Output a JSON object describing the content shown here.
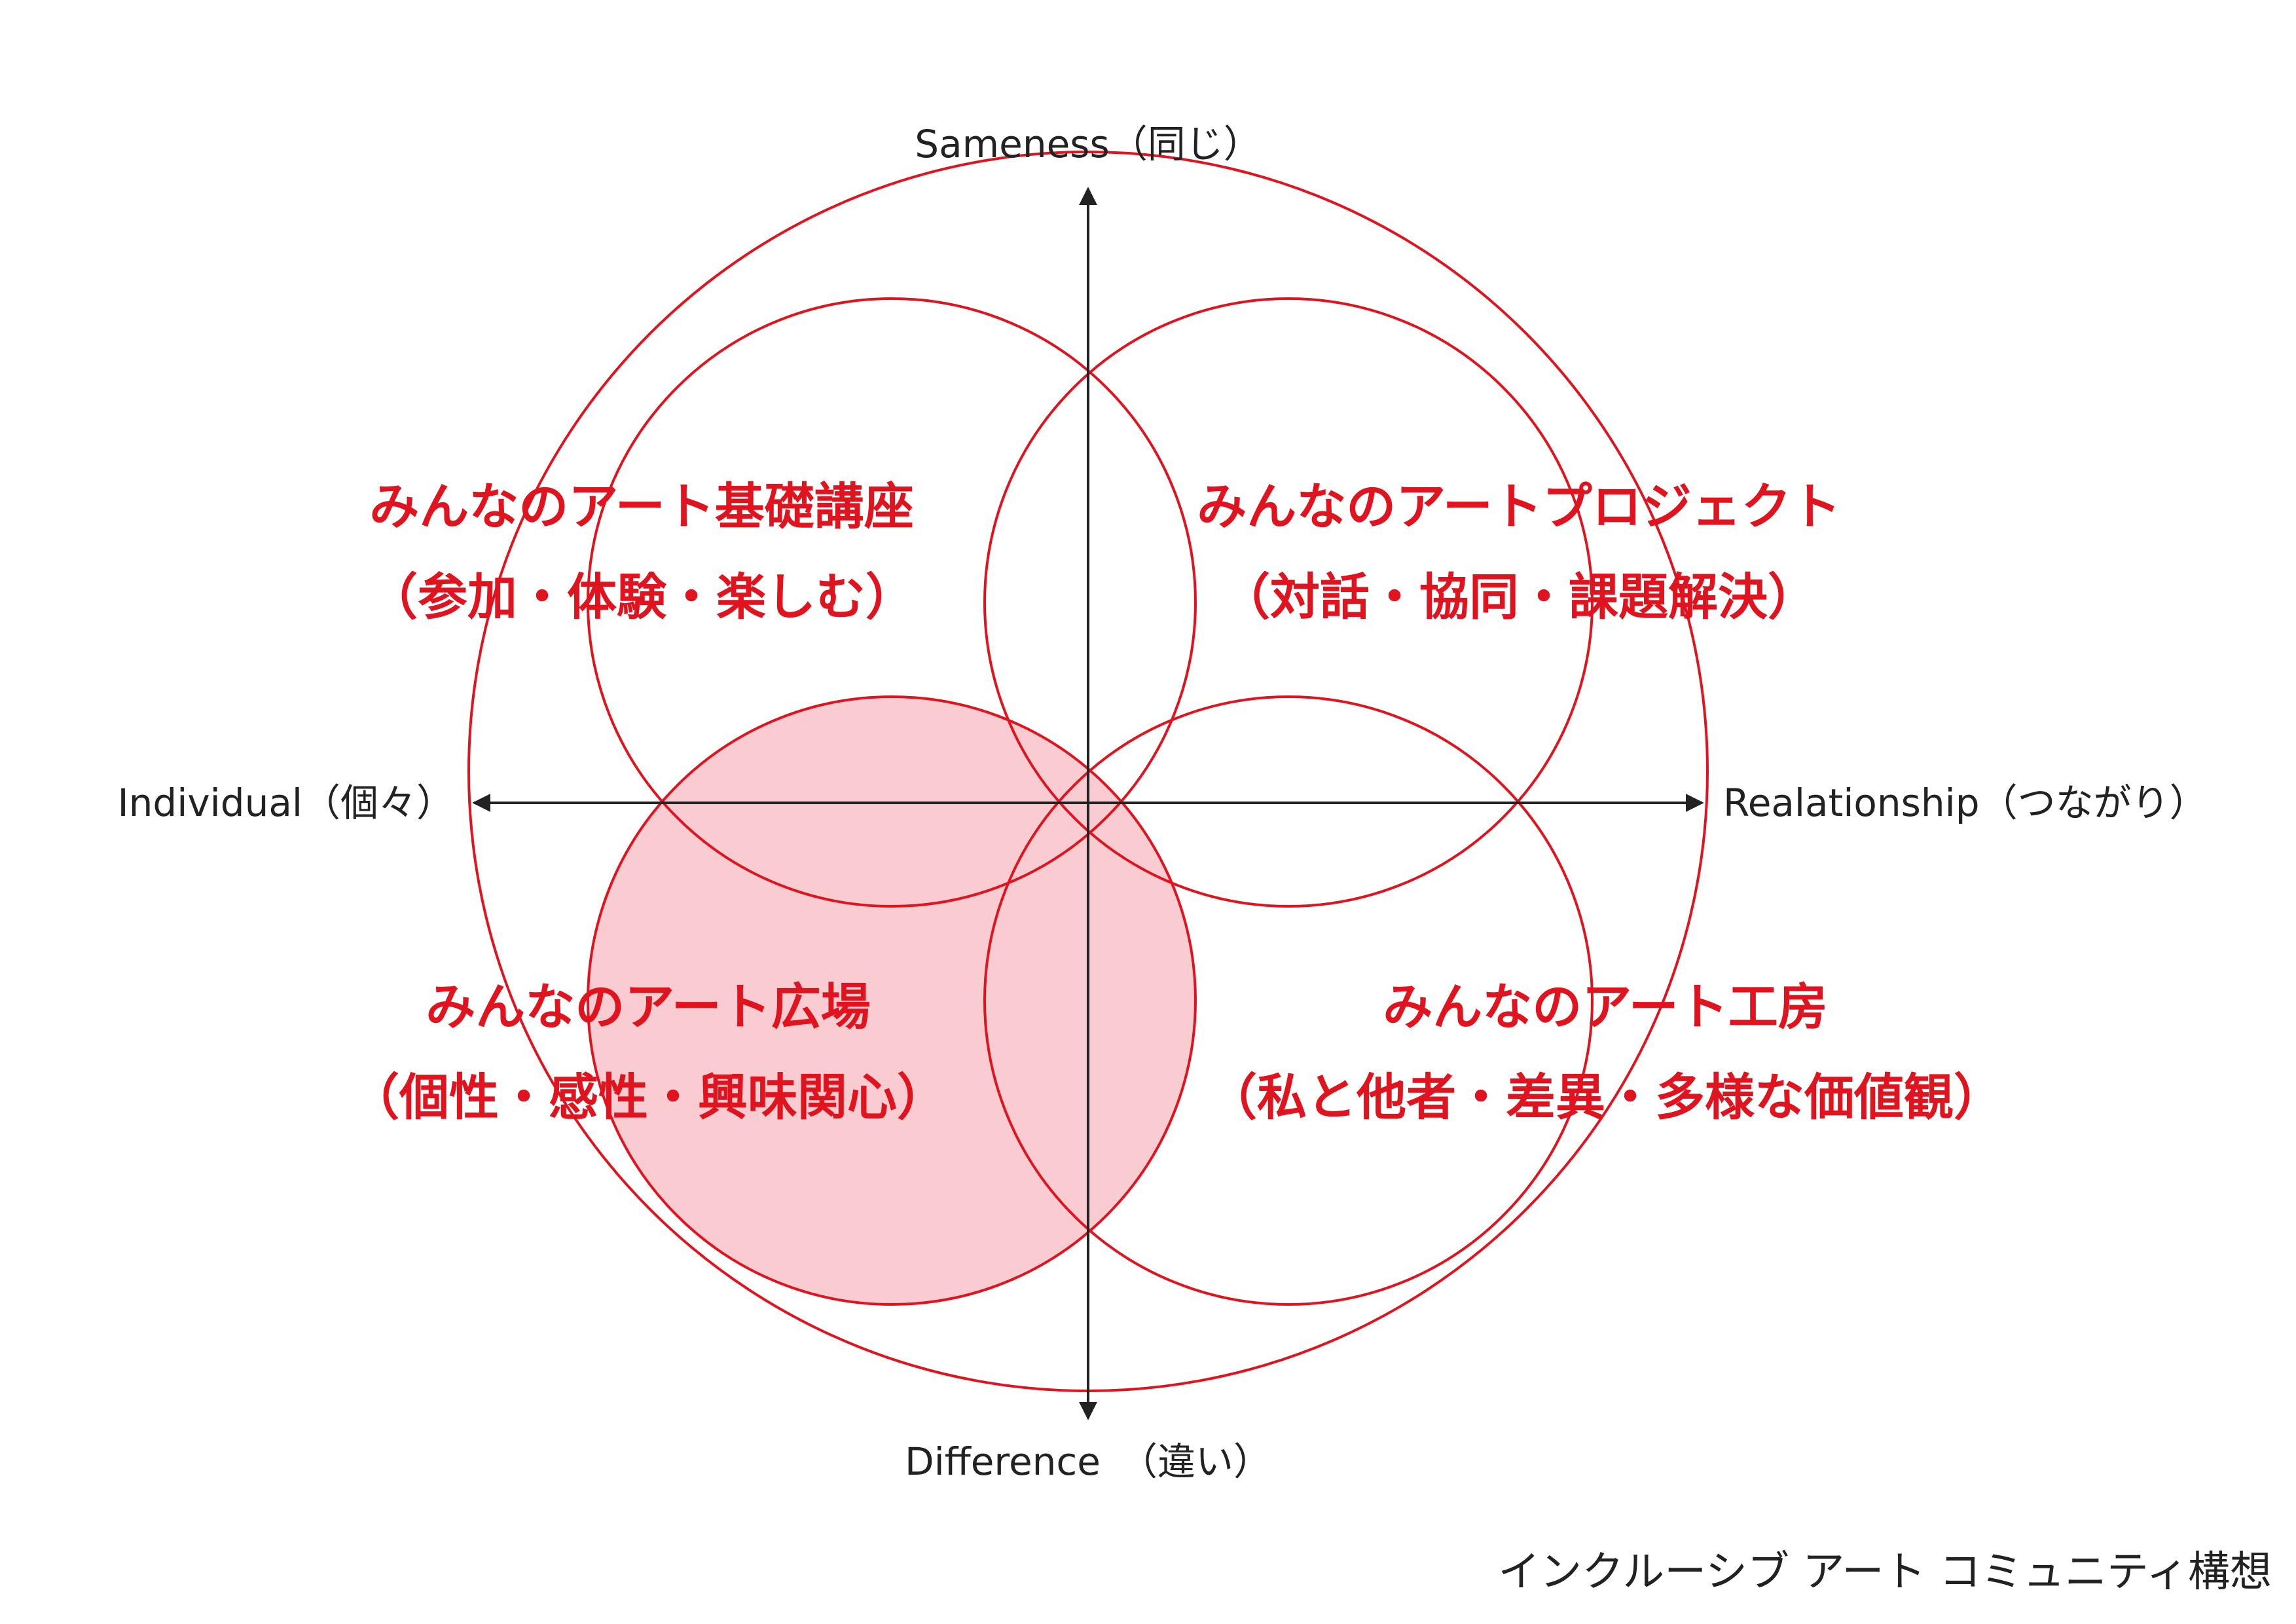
{
  "colors": {
    "ring": "#e0141e",
    "highlight_fill": "#f9ccd2",
    "axis": "#222222",
    "label": "#222222",
    "quadrant_text": "#e0141e"
  },
  "axes": {
    "top": "Sameness（同じ）",
    "bottom": "Difference　（違い）",
    "left": "Individual（個々）",
    "right": "Realationship（つながり）"
  },
  "quadrants": {
    "top_left": {
      "title": "みんなのアート基礎講座",
      "sub": "（参加・体験・楽しむ）"
    },
    "top_right": {
      "title": "みんなのアートプロジェクト",
      "sub": "（対話・協同・課題解決）"
    },
    "bottom_left": {
      "title": "みんなのアート広場",
      "sub": "（個性・感性・興味関心）"
    },
    "bottom_right": {
      "title": "みんなのアート工房",
      "sub": "（私と他者・差異・多様な価値観）"
    }
  },
  "highlighted_quadrant": "bottom_left",
  "footer": {
    "title": "インクルーシブ アート コミュニティ構想"
  }
}
